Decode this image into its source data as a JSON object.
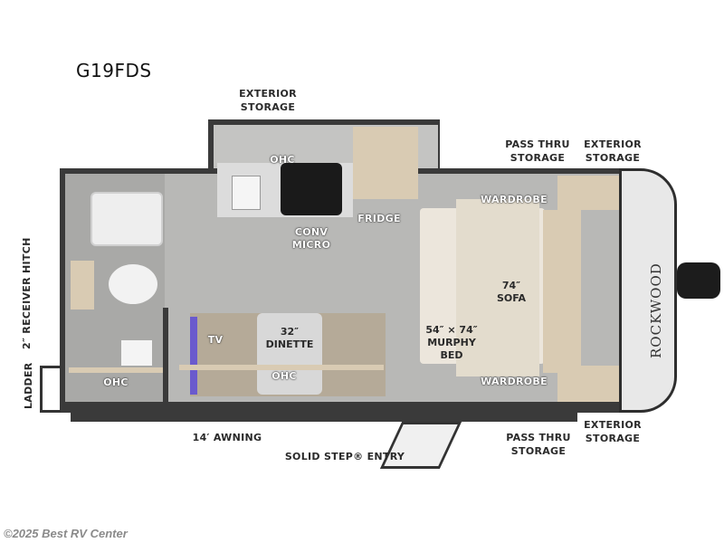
{
  "model": "G19FDS",
  "labels": {
    "exterior_storage_top": [
      "EXTERIOR",
      "STORAGE"
    ],
    "pass_thru_storage_top": [
      "PASS THRU",
      "STORAGE"
    ],
    "exterior_storage_top_right": [
      "EXTERIOR",
      "STORAGE"
    ],
    "ohc_kitchen": "OHC",
    "conv_micro": [
      "CONV",
      "MICRO"
    ],
    "fridge": "FRIDGE",
    "wardrobe_top": "WARDROBE",
    "sofa": [
      "74″",
      "SOFA"
    ],
    "murphy_bed": [
      "54″ × 74″",
      "MURPHY",
      "BED"
    ],
    "wardrobe_bottom": "WARDROBE",
    "tv": "TV",
    "dinette": [
      "32″",
      "DINETTE"
    ],
    "ohc_dinette": "OHC",
    "ohc_bath": "OHC",
    "receiver_hitch": "2″ RECEIVER HITCH",
    "ladder": "LADDER",
    "awning": "14′ AWNING",
    "entry": "SOLID STEP® ENTRY",
    "pass_thru_storage_bottom": [
      "PASS THRU",
      "STORAGE"
    ],
    "exterior_storage_bottom_right": [
      "EXTERIOR",
      "STORAGE"
    ],
    "brand": "ROCKWOOD"
  },
  "footer": {
    "copyright": "©2025 Best RV Center"
  },
  "colors": {
    "wall": "#3a3a3a",
    "floor": "#b8b8b6",
    "wood": "#d9cbb3",
    "cap": "#e8e8e8"
  }
}
